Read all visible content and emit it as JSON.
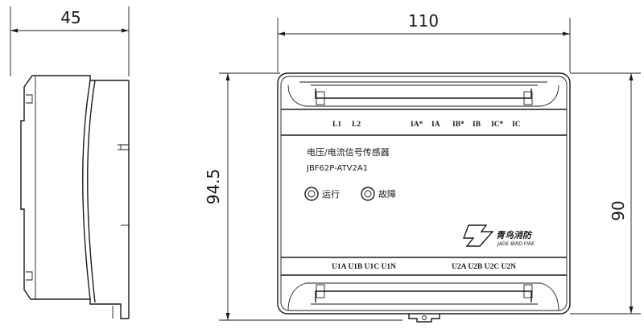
{
  "dimensions": {
    "side_width": "45",
    "front_width": "110",
    "overall_height": "94.5",
    "body_height": "90"
  },
  "terminals": {
    "top_left": [
      "L1",
      "L2"
    ],
    "top_right": [
      "IA*",
      "IA",
      "IB*",
      "IB",
      "IC*",
      "IC"
    ],
    "bottom_left": "U1A U1B U1C U1N",
    "bottom_right": "U2A U2B U2C U2N"
  },
  "product": {
    "name": "电压/电流信号传感器",
    "model": "JBF62P-ATV2A1"
  },
  "indicators": {
    "run": "运行",
    "fault": "故障"
  },
  "brand": {
    "name_cn": "青鸟消防",
    "name_en": "JADE BIRD FIRE"
  }
}
